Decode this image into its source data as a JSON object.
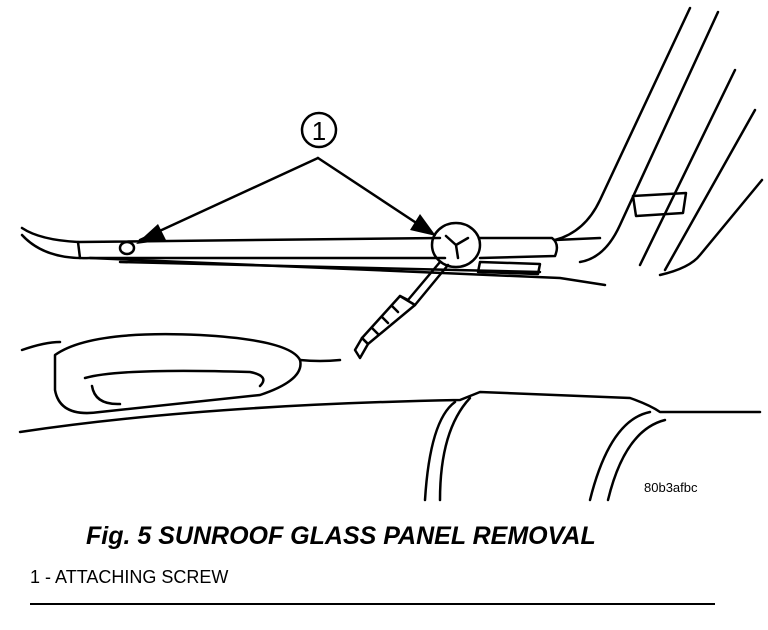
{
  "figure": {
    "callout": "1",
    "image_code": "80b3afbc",
    "caption": "Fig. 5 SUNROOF GLASS PANEL REMOVAL",
    "legend": [
      {
        "number": "1",
        "separator": " - ",
        "label": "ATTACHING SCREW"
      }
    ]
  }
}
